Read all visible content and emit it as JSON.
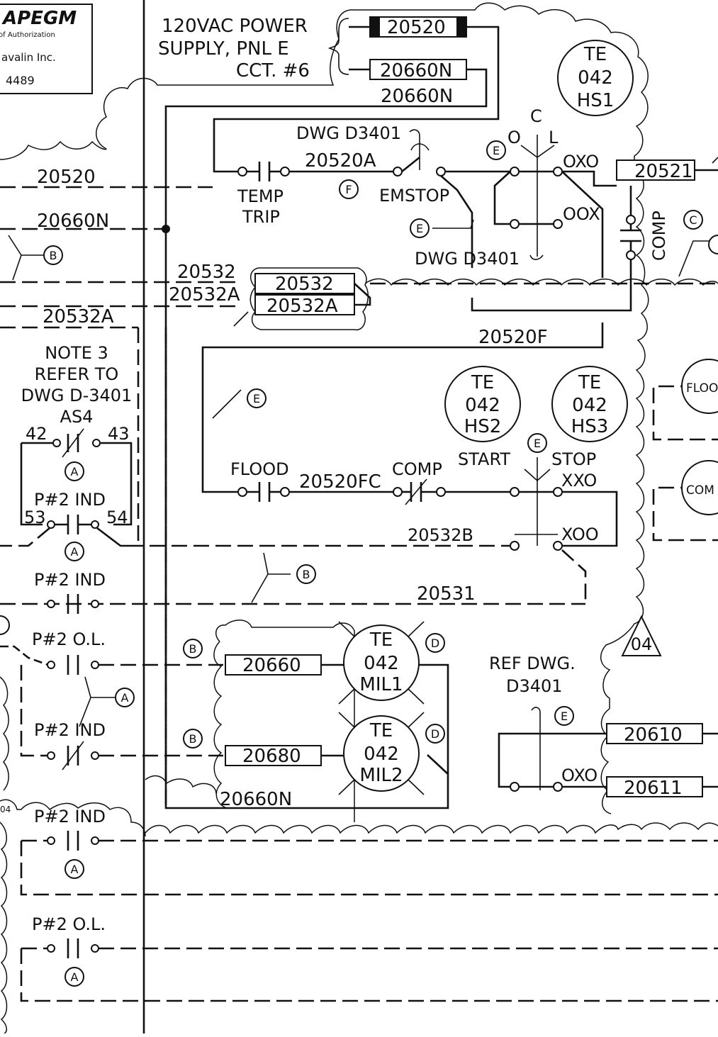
{
  "stamp": {
    "logo": "APEGM",
    "line1": "of Authorization",
    "line2": "avalin Inc.",
    "line3": "4489"
  },
  "power_supply": {
    "line1": "120VAC POWER",
    "line2": "SUPPLY, PNL E",
    "line3": "CCT. #6"
  },
  "wires": {
    "w20520": "20520",
    "w20660N": "20660N",
    "w20520A": "20520A",
    "w20521": "20521",
    "w20532": "20532",
    "w20532A": "20532A",
    "w20520F": "20520F",
    "w20520FC": "20520FC",
    "w20532B": "20532B",
    "w20531": "20531",
    "w20660": "20660",
    "w20680": "20680",
    "w20610": "20610",
    "w20611": "20611"
  },
  "devices": {
    "hs1": [
      "TE",
      "042",
      "HS1"
    ],
    "hs2": [
      "TE",
      "042",
      "HS2"
    ],
    "hs3": [
      "TE",
      "042",
      "HS3"
    ],
    "mil1": [
      "TE",
      "042",
      "MIL1"
    ],
    "mil2": [
      "TE",
      "042",
      "MIL2"
    ],
    "flood_partial": "FLOO",
    "comp_partial": "COM"
  },
  "labels": {
    "dwg_d3401": "DWG D3401",
    "temp": "TEMP",
    "trip": "TRIP",
    "emstop": "EMSTOP",
    "selector_c": "C",
    "selector_o": "O",
    "selector_l": "L",
    "oxo": "OXO",
    "oox": "OOX",
    "comp": "COMP",
    "note3_1": "NOTE 3",
    "note3_2": "REFER TO",
    "note3_3": "DWG D-3401",
    "as4": "AS4",
    "t42": "42",
    "t43": "43",
    "t53": "53",
    "t54": "54",
    "p2_ind": "P#2 IND",
    "p2_ol": "P#2 O.L.",
    "flood": "FLOOD",
    "start": "START",
    "stop": "STOP",
    "xxo": "XXO",
    "xoo": "XOO",
    "ref_dwg_1": "REF DWG.",
    "ref_dwg_2": "D3401",
    "rev04": "04",
    "rev04_small": "04",
    "oxo2": "OXO"
  },
  "bubbles": {
    "A": "A",
    "B": "B",
    "C": "C",
    "D": "D",
    "E": "E",
    "F": "F"
  }
}
